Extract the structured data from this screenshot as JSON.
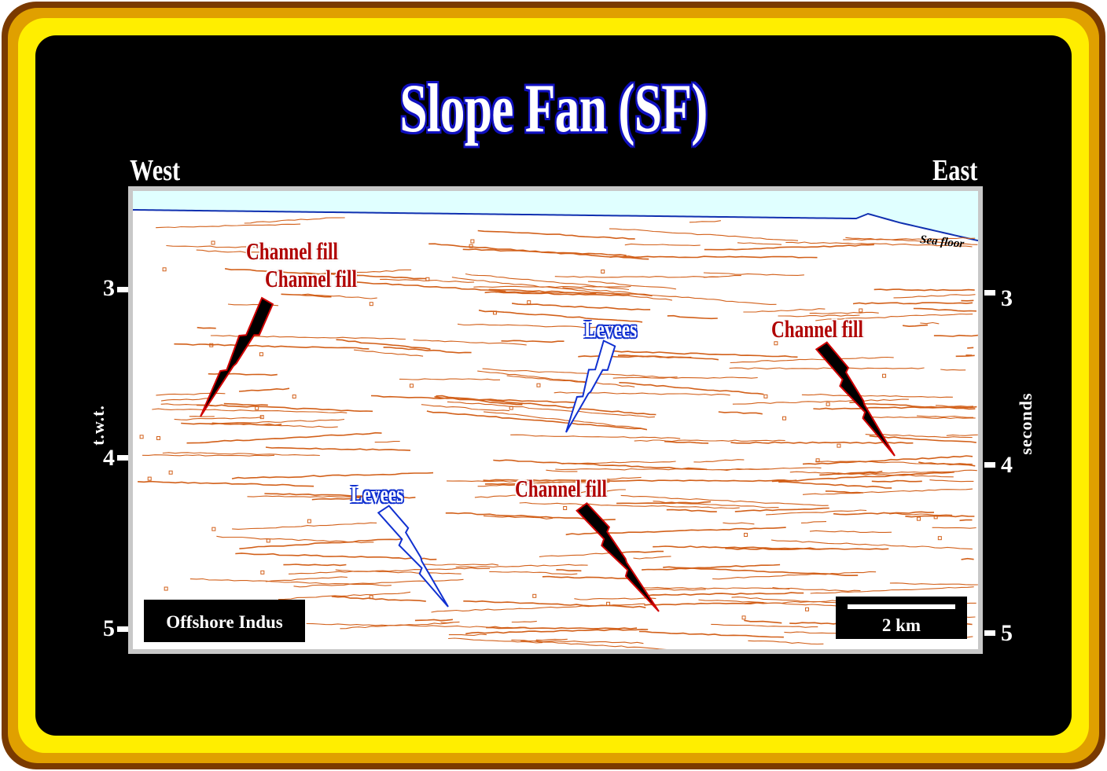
{
  "title": "Slope Fan (SF)",
  "west_label": "West",
  "east_label": "East",
  "left_axis": {
    "label": "t.w.t.",
    "ticks": [
      "3",
      "4",
      "5"
    ]
  },
  "right_axis": {
    "label": "seconds",
    "ticks": [
      "3",
      "4",
      "5"
    ]
  },
  "sea_floor_label": "Sea floor",
  "location_label": "Offshore Indus",
  "scale_bar_label": "2 km",
  "annotations": [
    {
      "text": "Channel fill",
      "kind": "channel"
    },
    {
      "text": "Channel fill",
      "kind": "channel"
    },
    {
      "text": "Levees",
      "kind": "levee"
    },
    {
      "text": "Channel fill",
      "kind": "channel"
    },
    {
      "text": "Levees",
      "kind": "levee"
    },
    {
      "text": "Channel fill",
      "kind": "channel"
    }
  ],
  "colors": {
    "reflector": "#d2601a",
    "sea": "#e0ffff",
    "sea_floor": "#1030b0",
    "channel_text": "#b00000",
    "levee_outline": "#1030d0",
    "frame": "#ffee00"
  }
}
